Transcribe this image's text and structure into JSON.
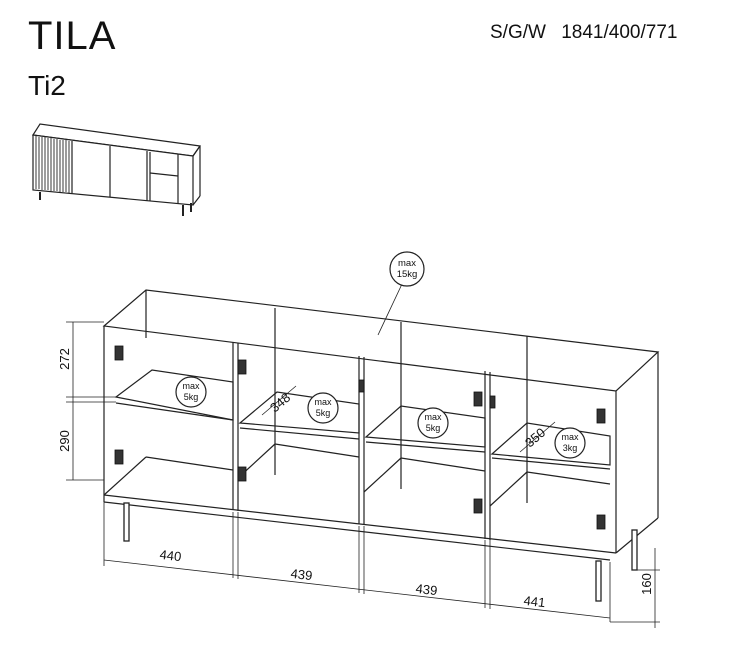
{
  "header": {
    "title": "TILA",
    "model": "Ti2",
    "variants": "S/G/W",
    "dimensions": "1841/400/771"
  },
  "load_badges": {
    "top": {
      "line1": "max",
      "line2": "15kg"
    },
    "shelf_1": {
      "line1": "max",
      "line2": "5kg"
    },
    "shelf_2": {
      "line1": "max",
      "line2": "5kg"
    },
    "shelf_3": {
      "line1": "max",
      "line2": "5kg"
    },
    "shelf_4": {
      "line1": "max",
      "line2": "3kg"
    }
  },
  "dimensions": {
    "upper_compartment_height": "272",
    "lower_compartment_height": "290",
    "shelf_depth_a": "348",
    "shelf_depth_b": "350",
    "width_1": "440",
    "width_2": "439",
    "width_3": "439",
    "width_4": "441",
    "leg_height": "160"
  }
}
